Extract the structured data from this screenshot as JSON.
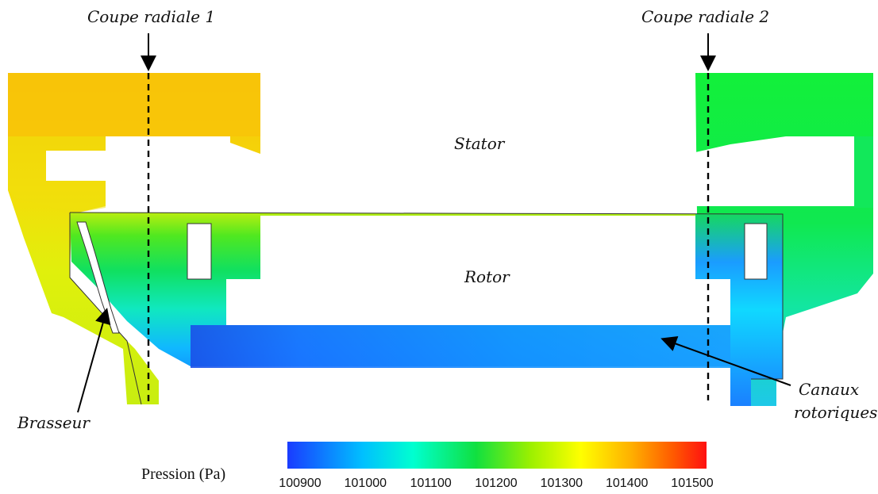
{
  "labels": {
    "section1": "Coupe radiale 1",
    "section2": "Coupe radiale 2",
    "stator": "Stator",
    "rotor": "Rotor",
    "stirrer": "Brasseur",
    "channels_line1": "Canaux",
    "channels_line2": "rotoriques"
  },
  "colorbar": {
    "title": "Pression (Pa)",
    "ticks": [
      "100900",
      "101000",
      "101100",
      "101200",
      "101300",
      "101400",
      "101500"
    ],
    "min": 100900,
    "max": 101500,
    "colormap": [
      "#1a3cff",
      "#00c0ff",
      "#00ffd0",
      "#10e040",
      "#9cf000",
      "#ffff00",
      "#ffb000",
      "#ff5a00",
      "#ff1010"
    ]
  },
  "colors": {
    "left_block": "#f8c408",
    "left_body": "#d6f50a",
    "right_block": "#19e84a",
    "rotor_band": "#1a9cff",
    "stirrer": "#e6f20a",
    "outline": "#333333"
  }
}
